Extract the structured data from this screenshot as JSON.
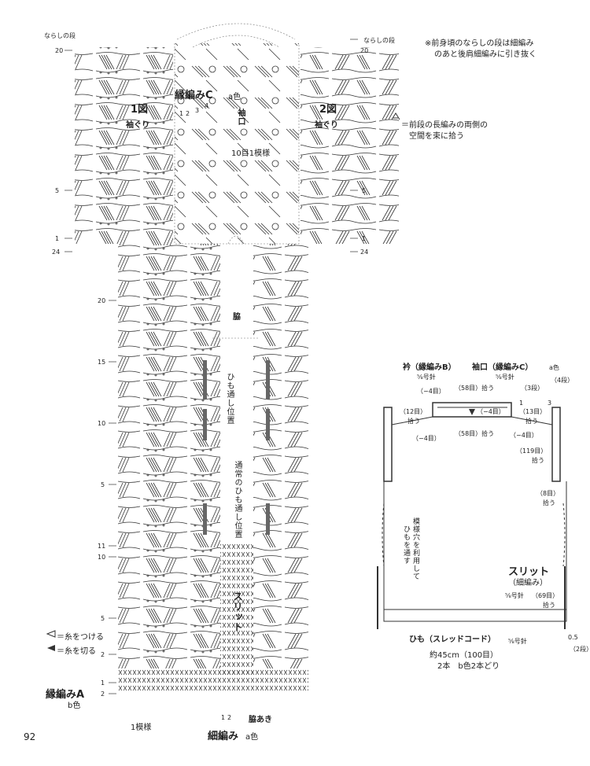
{
  "chart1": {
    "top_left_note": "ならしの段",
    "row_labels_left": [
      "20",
      "5",
      "1",
      "24",
      "20",
      "15",
      "10",
      "5",
      "11",
      "10",
      "5",
      "2",
      "1",
      "2"
    ],
    "title_num": "1図",
    "title_sub": "袖ぐり"
  },
  "chart2": {
    "top_right_note": "ならしの段",
    "row_labels_right": [
      "20",
      "5",
      "1",
      "24"
    ],
    "title_num": "2図",
    "title_sub": "袖ぐり"
  },
  "center": {
    "edging_c": "縁編みC",
    "edging_c_color": "a色",
    "sleeve_opening": "袖口",
    "ten_stitch_pattern": "10目1模様",
    "side": "脇",
    "cord_position": "ひも通し位置",
    "normal_cord_position": "通常のひも通し位置",
    "slit": "スリット",
    "side_opening": "脇あき",
    "single_crochet": "細編み",
    "single_crochet_color": "a色",
    "small_nums_a": [
      "1",
      "2",
      "3",
      "4"
    ],
    "small_nums_b": [
      "1",
      "2"
    ]
  },
  "notes": {
    "note1": "※前身頃のならしの段は細編み",
    "note1b": "のあと後肩細編みに引き抜く",
    "note2": "＝前段の長編みの両側の",
    "note2b": "空間を束に拾う"
  },
  "legend": {
    "attach": "＝糸をつける",
    "cut": "＝糸を切る"
  },
  "bottom": {
    "edging_a": "縁編みA",
    "edging_a_color": "b色",
    "one_pattern": "1模様",
    "page_number": "92"
  },
  "schematic": {
    "collar": "衿（縁編みB）",
    "cuff": "袖口（縁編みC）",
    "cuff_color": "a色",
    "needle1": "⅝号針",
    "needle2": "⅝号針",
    "minus4_a": "（−4目）",
    "pick58_top": "（58目）拾う",
    "rows3": "（3段）",
    "rows4": "（4段）",
    "one": "1",
    "three": "3",
    "minus4_b": "（−4目）",
    "pick12": "（12目）",
    "pick12b": "拾う",
    "pick13": "（13目）",
    "pick13b": "拾う",
    "minus4_c": "（−4目）",
    "pick58_bottom": "（58目）拾う",
    "minus4_d": "（−4目）",
    "pick119": "（119目）",
    "pick119b": "拾う",
    "pick8": "（8目）",
    "pick8b": "拾う",
    "pattern_hole": "模様穴を利用して",
    "pattern_hole2": "ひもを通す",
    "slit": "スリット",
    "slit_sub": "（細編み）",
    "needle3": "⅝号針",
    "pick69": "（69目）",
    "pick69b": "拾う",
    "cord": "ひも（スレッドコード）",
    "cord_needle": "⅝号針",
    "cord_len": "約45cm（100目）",
    "cord_qty": "2本　b色2本どり",
    "half": "0.5",
    "rows2": "（2段）"
  }
}
